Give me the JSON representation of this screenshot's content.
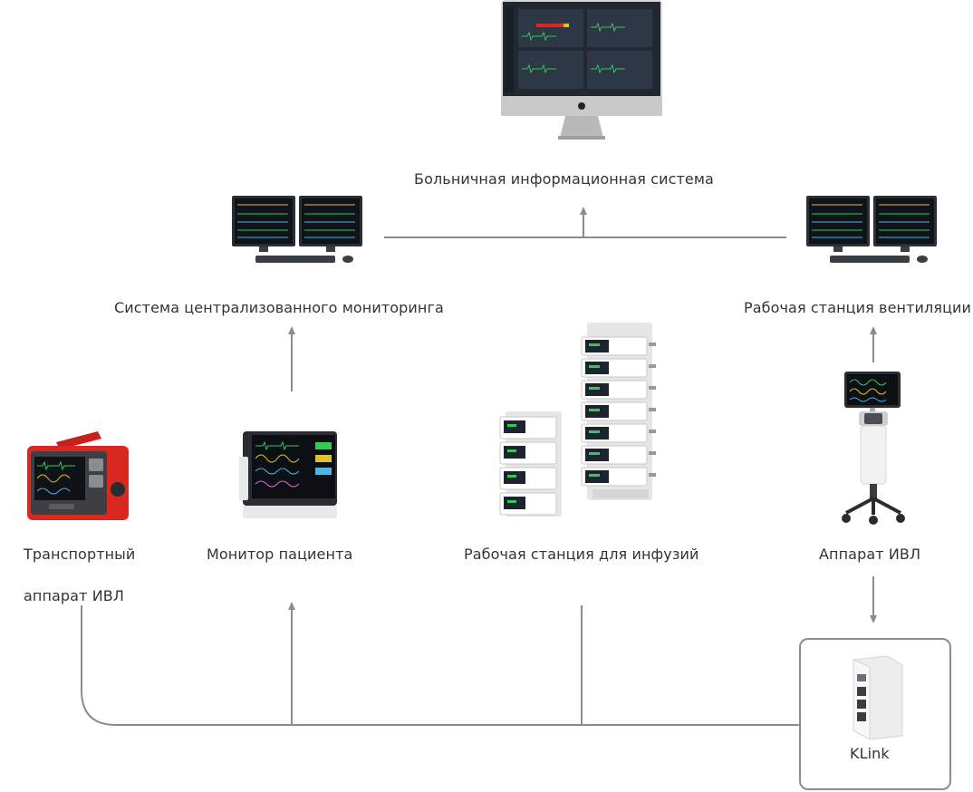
{
  "nodes": {
    "his": {
      "label": "Больничная информационная система",
      "icon": "imac-monitor-icon"
    },
    "central": {
      "label": "Система централизованного мониторинга",
      "icon": "dual-monitor-workstation-icon"
    },
    "vent_station": {
      "label": "Рабочая станция вентиляции",
      "icon": "dual-monitor-workstation-icon"
    },
    "transport": {
      "label_line1": "Транспортный",
      "label_line2": "аппарат ИВЛ",
      "icon": "transport-ventilator-icon"
    },
    "patient_monitor": {
      "label": "Монитор пациента",
      "icon": "patient-monitor-icon"
    },
    "infusion": {
      "label": "Рабочая станция для инфузий",
      "icon": "infusion-pump-stack-icon"
    },
    "ventilator": {
      "label": "Аппарат ИВЛ",
      "icon": "ventilator-on-cart-icon"
    },
    "klink": {
      "label": "KLink",
      "icon": "network-switch-icon"
    }
  },
  "colors": {
    "line": "#8c8c8c",
    "text": "#333333",
    "device_red": "#d8281f",
    "screen_dark": "#1c2430"
  }
}
